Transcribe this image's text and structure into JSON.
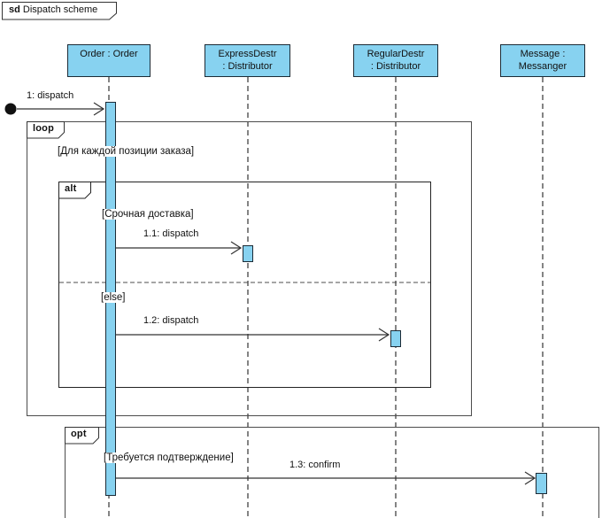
{
  "diagram": {
    "frame_title": {
      "keyword": "sd",
      "title": "Dispatch scheme"
    },
    "lifelines": [
      {
        "id": "order",
        "line1": "Order : Order",
        "line2": ""
      },
      {
        "id": "expressdestr",
        "line1": "ExpressDestr",
        "line2": ": Distributor"
      },
      {
        "id": "regulardestr",
        "line1": "RegularDestr",
        "line2": ": Distributor"
      },
      {
        "id": "message",
        "line1": "Message :",
        "line2": "Messanger"
      }
    ],
    "fragments": {
      "loop": {
        "operator": "loop",
        "guard": "[Для каждой позиции заказа]"
      },
      "alt": {
        "operator": "alt",
        "guard1": "[Срочная доставка]",
        "guard2": "[else]"
      },
      "opt": {
        "operator": "opt",
        "guard": "[Требуется подтверждение]"
      }
    },
    "messages": {
      "m1": "1: dispatch",
      "m11": "1.1: dispatch",
      "m12": "1.2: dispatch",
      "m13": "1.3: confirm"
    },
    "colors": {
      "shape_fill": "#87d2f0",
      "shape_border": "#1c2b36",
      "frame_border": "#4c4c4c",
      "alt_frame_border": "#222222",
      "line": "#333333",
      "found_message_dot": "#111111"
    }
  }
}
